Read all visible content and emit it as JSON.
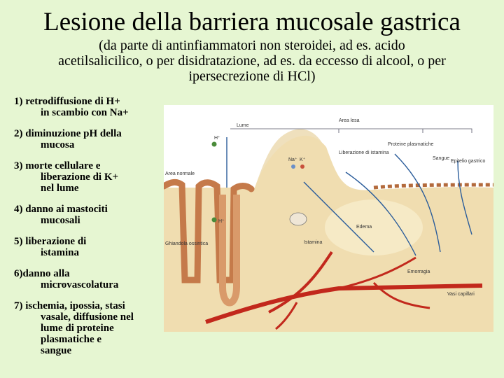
{
  "title": "Lesione della barriera mucosale gastrica",
  "subtitle_lines": [
    "(da parte di antinfiammatori non steroidei, ad es. acido",
    "acetilsalicilico, o per disidratazione, ad es. da eccesso di alcool, o per",
    "ipersecrezione di HCl)"
  ],
  "steps": [
    [
      "1) retrodiffusione di H+",
      "in scambio con Na+"
    ],
    [
      "2) diminuzione pH della",
      "mucosa"
    ],
    [
      "3) morte cellulare e",
      "liberazione di K+",
      "nel lume"
    ],
    [
      "4) danno ai mastociti",
      "mucosali"
    ],
    [
      "5) liberazione di",
      "istamina"
    ],
    [
      "6)danno alla",
      "microvascolatura"
    ],
    [
      "7) ischemia, ipossia, stasi",
      "vasale, diffusione nel",
      "lume di proteine",
      "plasmatiche e",
      "sangue"
    ]
  ],
  "figure": {
    "labels": {
      "lume": "Lume",
      "h_plus": "H⁺",
      "na_plus": "Na⁺",
      "k_plus": "K⁺",
      "area_lesa": "Area lesa",
      "area_normale": "Area normale",
      "epitelio_gastrico": "Epitelio gastrico",
      "proteine_plasmatiche": "Proteine plasmatiche",
      "liberazione_istamina": "Liberazione di istamina",
      "sangue": "Sangue",
      "edema": "Edema",
      "ghiandola_ossintica": "Ghiandola ossintica",
      "emorragia": "Emorragia",
      "istamina": "Istamina",
      "vasi_capillari": "Vasi capillari"
    }
  }
}
